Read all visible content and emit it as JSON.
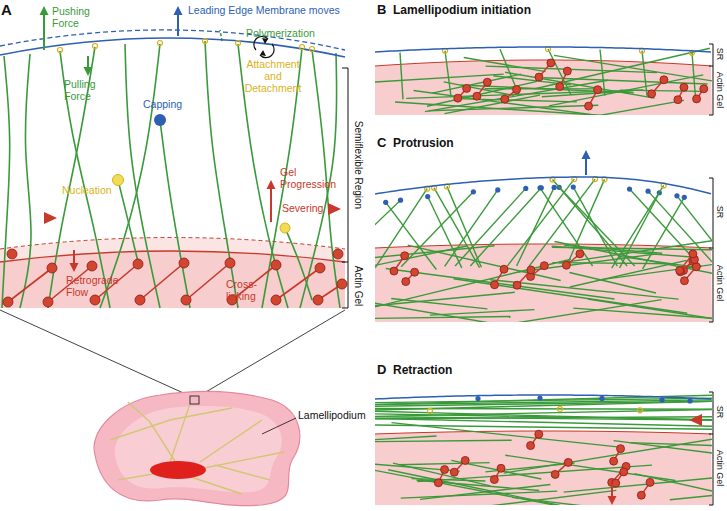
{
  "diagram": {
    "labels": [
      "A",
      "Pushing Force",
      "Leading Edge Membrane moves",
      "Polymerization",
      "B",
      "Lamellipodium initiation",
      "Pulling Force",
      "Capping",
      "Attachment and Detachment",
      "SR",
      "Actin Gel",
      "Nucleation",
      "Gel Progression",
      "Severing",
      "Semiflexible Region",
      "C",
      "Protrusion",
      "SR",
      "Actin Gel",
      "Retrograde Flow",
      "Cross-linking",
      "Actin Gel",
      "Lamellipodium",
      "D",
      "Retraction",
      "SR",
      "Actin Gel"
    ]
  }
}
